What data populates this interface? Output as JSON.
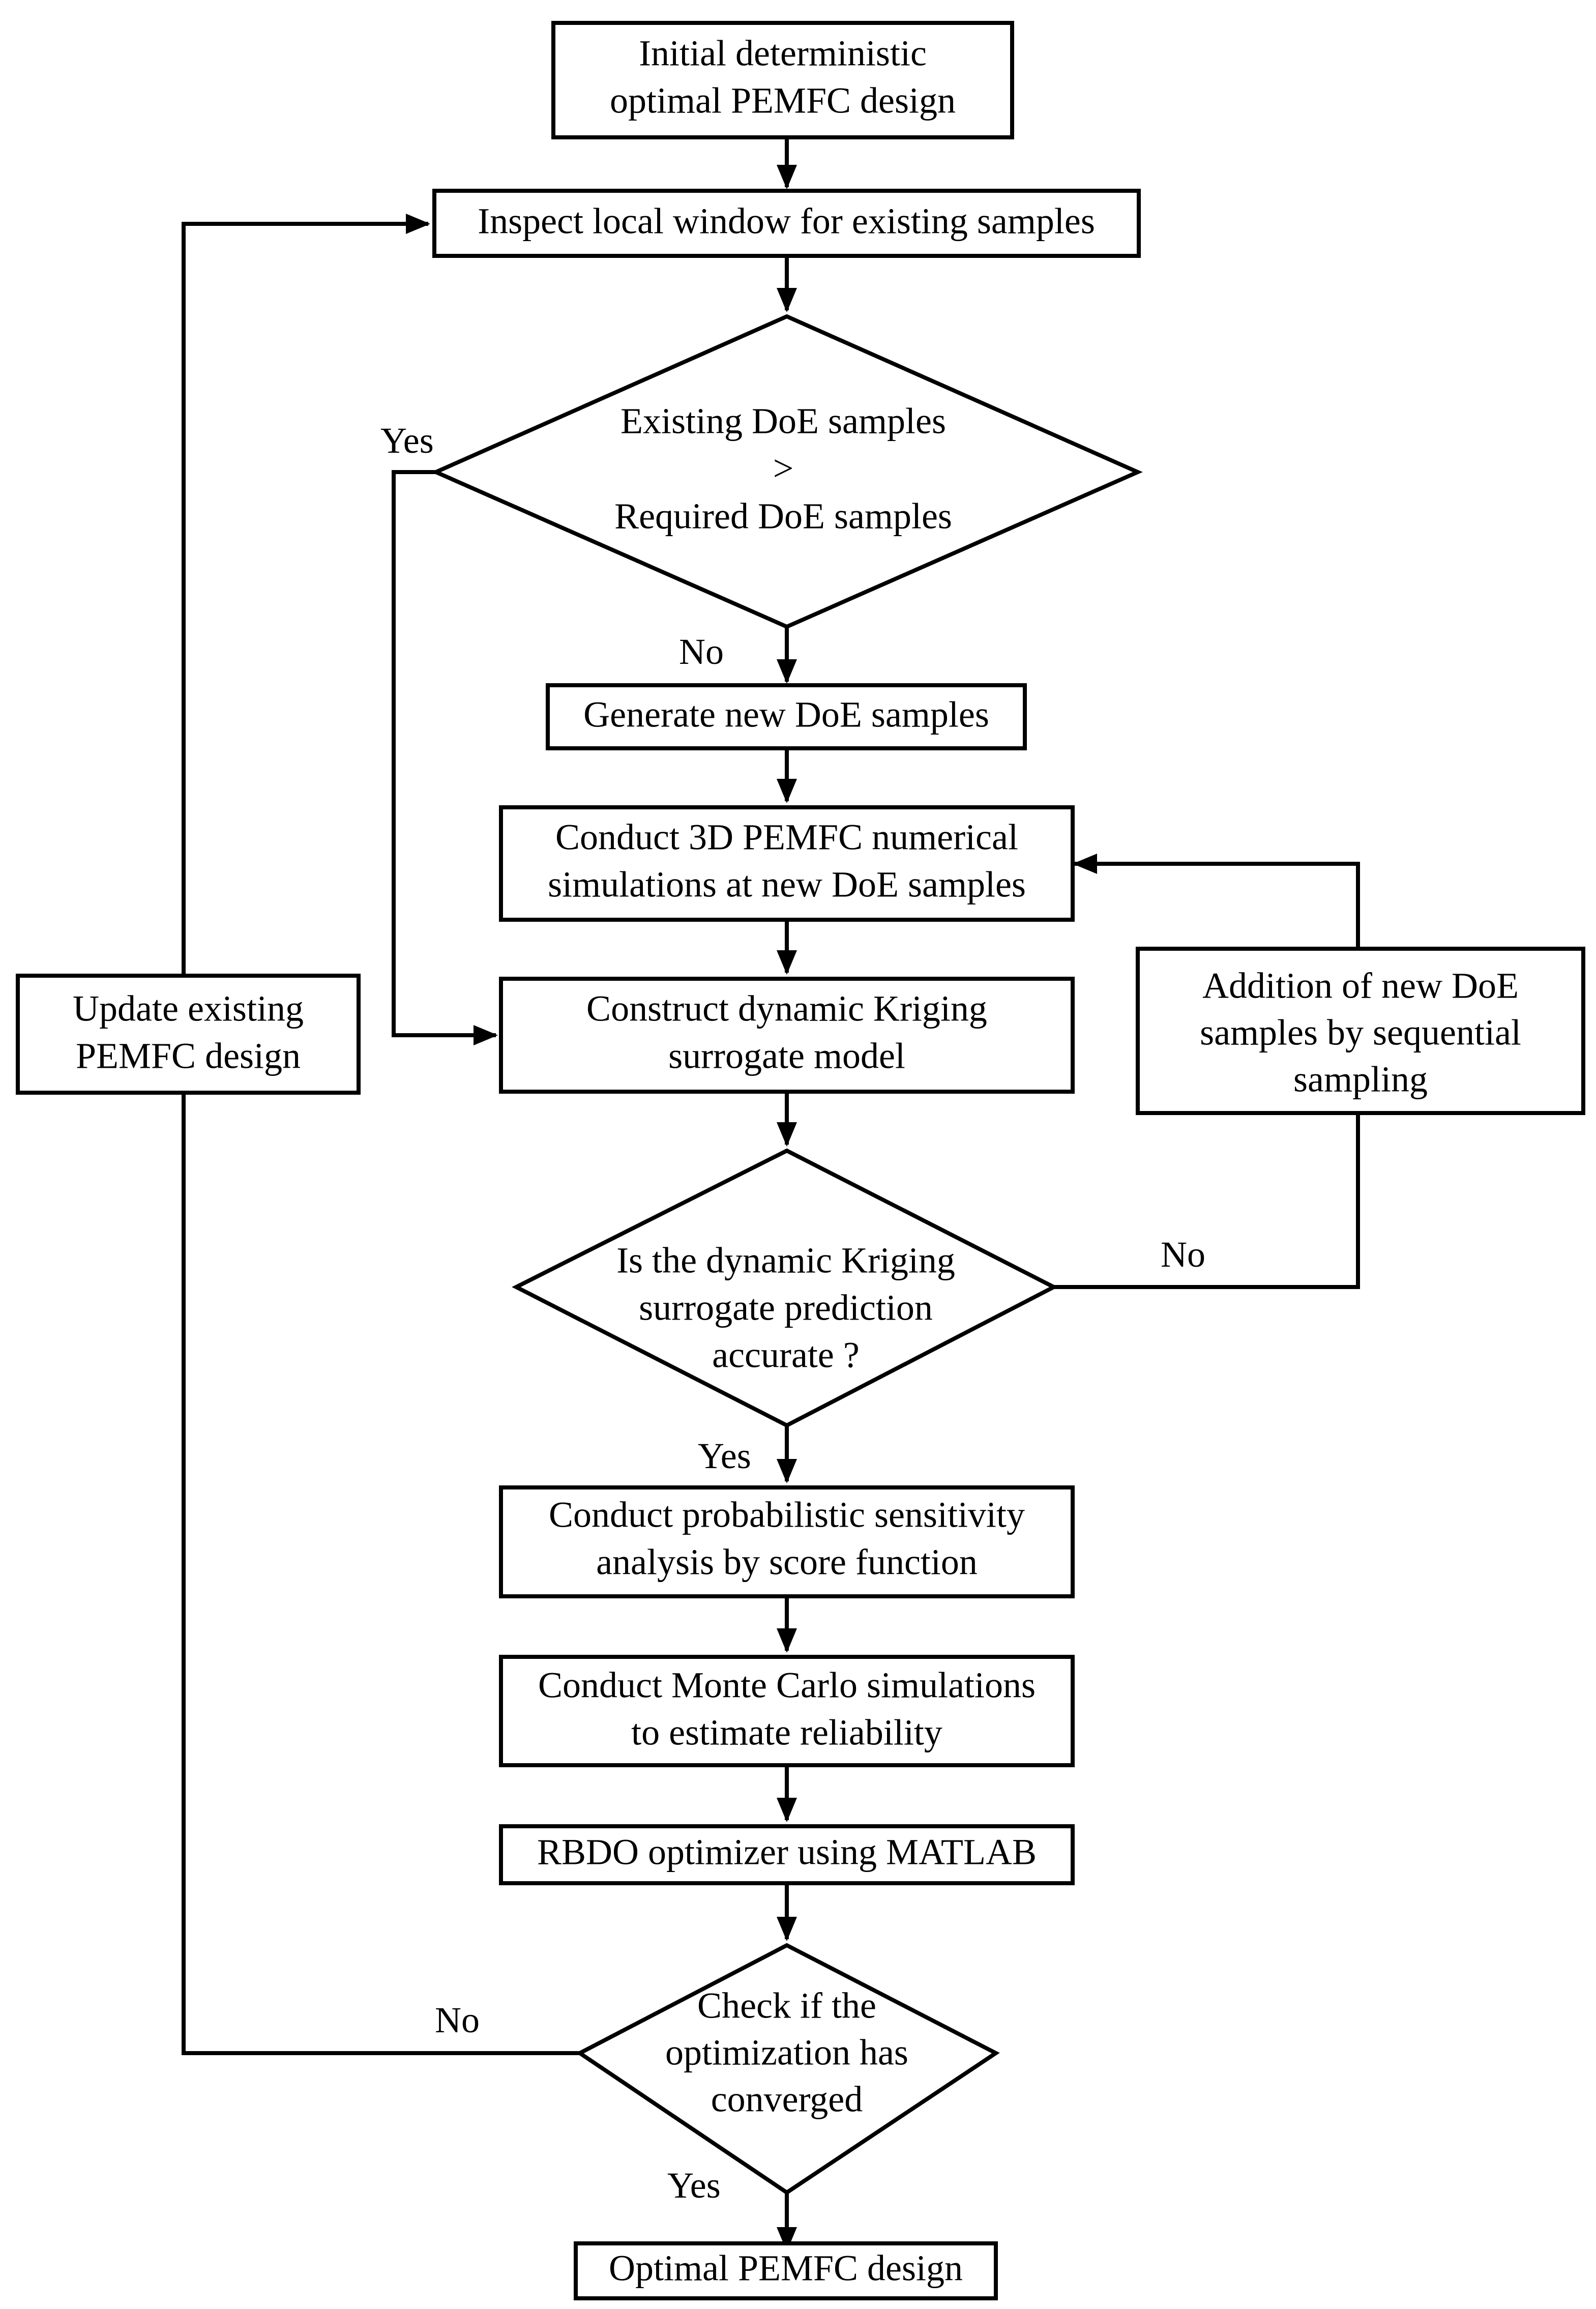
{
  "nodes": {
    "initial_design": [
      "Initial deterministic",
      "optimal PEMFC design"
    ],
    "inspect_window": [
      "Inspect local window for existing samples"
    ],
    "existing_vs_required": [
      "Existing DoE samples",
      ">",
      "Required DoE samples"
    ],
    "generate_samples": [
      "Generate new DoE samples"
    ],
    "simulations": [
      "Conduct 3D PEMFC numerical",
      "simulations at new DoE samples"
    ],
    "construct_kriging": [
      "Construct dynamic Kriging",
      "surrogate model"
    ],
    "update_design": [
      "Update existing",
      "PEMFC design"
    ],
    "add_samples": [
      "Addition of new DoE",
      "samples by sequential",
      "sampling"
    ],
    "kriging_accurate": [
      "Is the dynamic Kriging",
      "surrogate prediction",
      "accurate ?"
    ],
    "sensitivity": [
      "Conduct probabilistic sensitivity",
      "analysis by score function"
    ],
    "monte_carlo": [
      "Conduct Monte Carlo simulations",
      "to estimate reliability"
    ],
    "rbdo": [
      "RBDO optimizer using MATLAB"
    ],
    "converged": [
      "Check if the",
      "optimization has",
      "converged"
    ],
    "optimal_design": [
      "Optimal PEMFC design"
    ]
  },
  "edge_labels": {
    "samples_yes": "Yes",
    "samples_no": "No",
    "kriging_no": "No",
    "kriging_yes": "Yes",
    "converged_no": "No",
    "converged_yes": "Yes"
  }
}
